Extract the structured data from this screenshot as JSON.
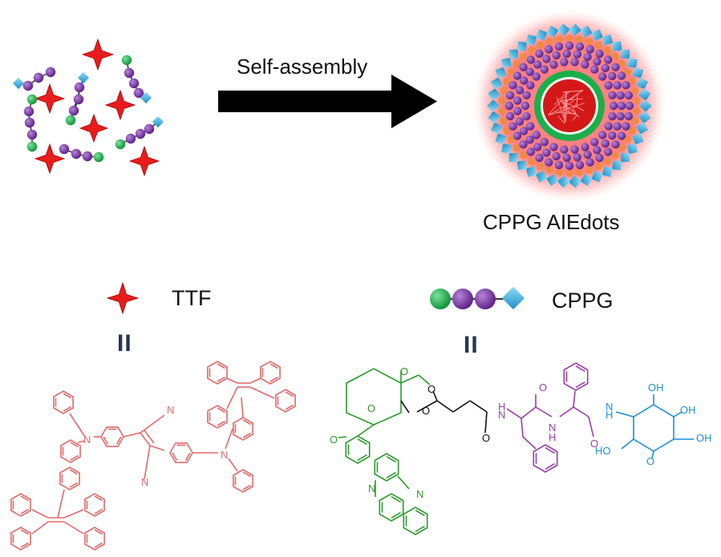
{
  "arrow_label": "Self-assembly",
  "product_label": "CPPG AIEdots",
  "legend": {
    "ttf_label": "TTF",
    "cppg_label": "CPPG"
  },
  "equivalence_symbol": "II",
  "atoms": {
    "N": "N",
    "O": "O",
    "H": "H",
    "NH": "H\nN",
    "OH": "OH",
    "HO": "HO"
  },
  "colors": {
    "star": "#e81c1c",
    "bead_green": "#1cae4a",
    "bead_purple": "#7d3aa8",
    "diamond_blue": "#39b0e0",
    "ttf_structure": "#e06a6a",
    "camptothecin": "#2a9a2a",
    "peptide": "#9a3ea8",
    "sugar": "#1b8fd8",
    "arrow": "#000000"
  }
}
